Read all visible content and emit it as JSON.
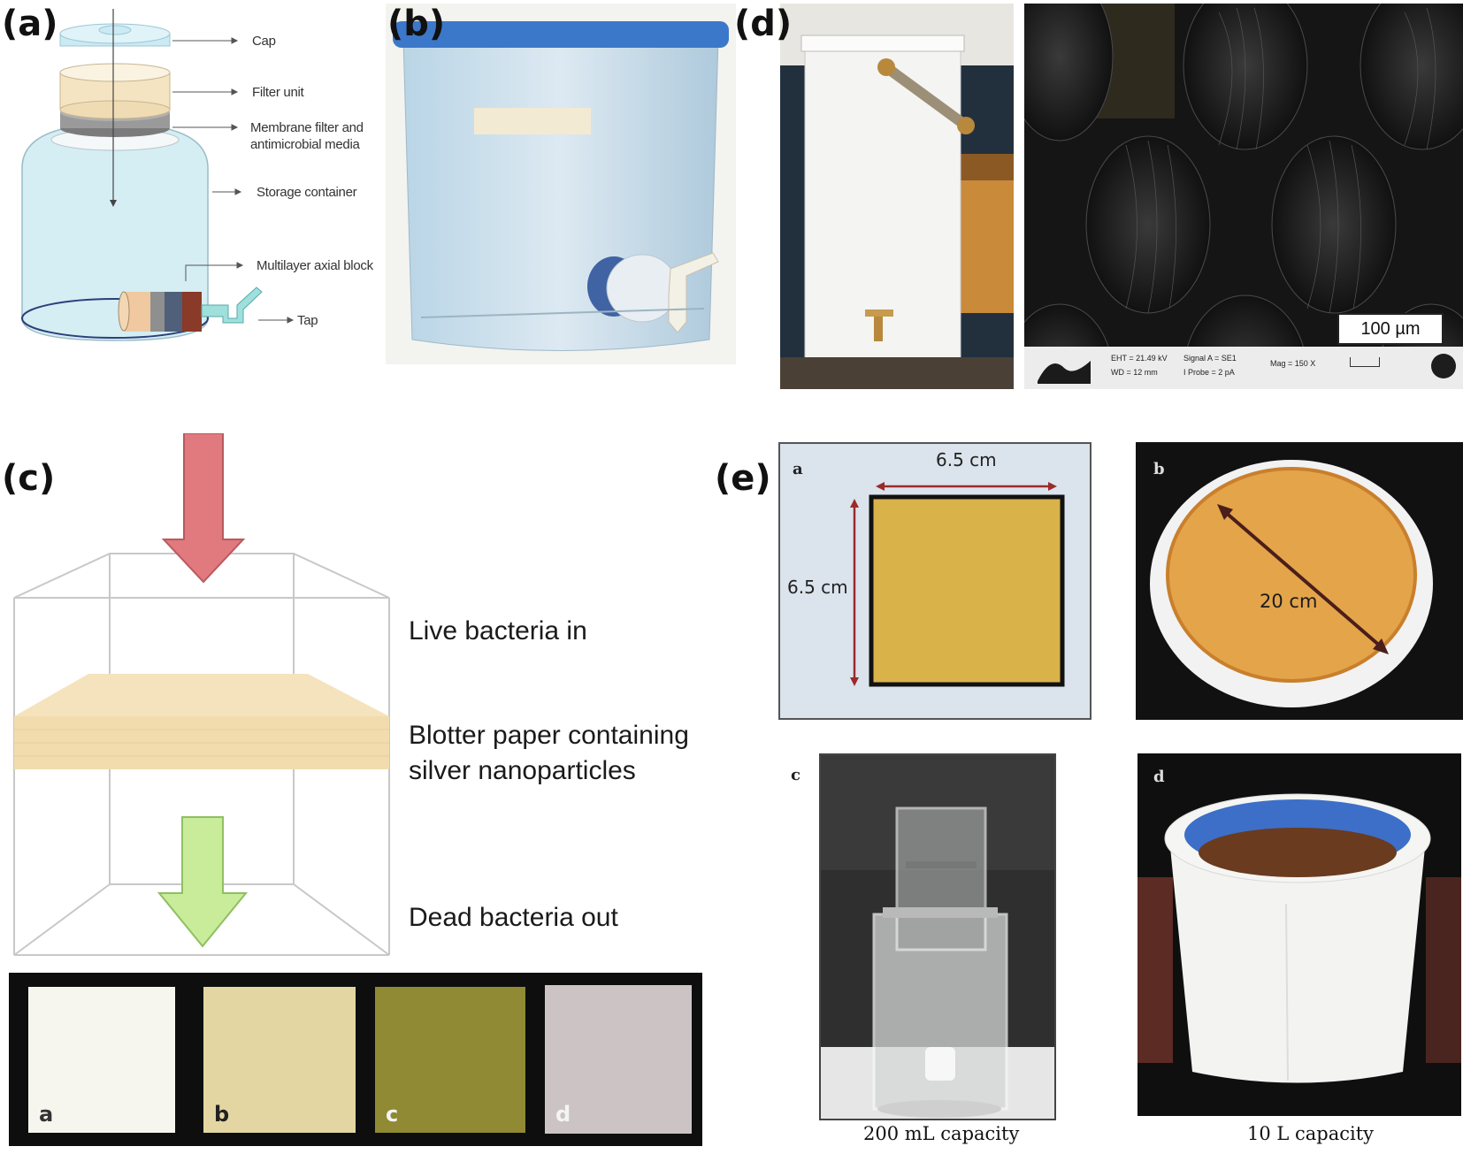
{
  "panels": {
    "a": {
      "letter": "(a)",
      "labels": {
        "cap": "Cap",
        "filter_unit": "Filter unit",
        "membrane_1": "Membrane filter and",
        "membrane_2": "antimicrobial media",
        "storage": "Storage container",
        "multilayer": "Multilayer axial block",
        "tap": "Tap"
      }
    },
    "b": {
      "letter": "(b)"
    },
    "c": {
      "letter": "(c)",
      "live": "Live bacteria in",
      "blotter_1": "Blotter paper containing",
      "blotter_2": "silver nanoparticles",
      "dead": "Dead bacteria out",
      "swatches": [
        {
          "letter": "a",
          "color": "#f6f5ee"
        },
        {
          "letter": "b",
          "color": "#e4d6a2"
        },
        {
          "letter": "c",
          "color": "#8f8a33"
        },
        {
          "letter": "d",
          "color": "#ccc4c4"
        }
      ]
    },
    "d": {
      "letter": "(d)",
      "scale_bar": "100 µm",
      "sem_info": [
        "EHT = 21.49 kV",
        "WD = 12 mm",
        "Signal A = SE1",
        "I Probe = 2 pA",
        "Mag = 150 X"
      ]
    },
    "e": {
      "letter": "(e)",
      "sub": {
        "a": {
          "letter": "a",
          "width_label": "6.5 cm",
          "height_label": "6.5 cm"
        },
        "b": {
          "letter": "b",
          "diameter_label": "20 cm"
        },
        "c": {
          "letter": "c",
          "caption": "200 mL capacity"
        },
        "d": {
          "letter": "d",
          "caption": "10 L capacity"
        }
      }
    }
  },
  "colors": {
    "red_arrow": "#e07a7e",
    "green_arrow": "#c9ec9a",
    "blotter": "#f2dcae",
    "paper_sheet": "#d9b24a",
    "water_blue": "#bfe3ea"
  }
}
